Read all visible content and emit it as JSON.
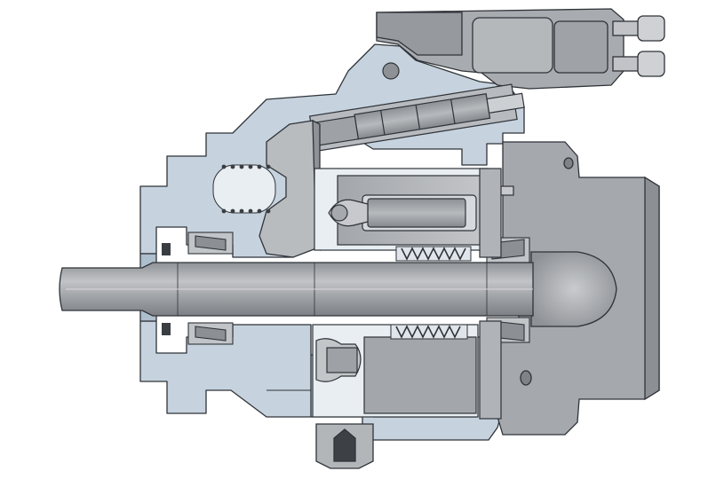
{
  "figure": {
    "subject": "axial-piston-pump-cross-section",
    "colors": {
      "background": "#ffffff",
      "housing_section": "#c6d3de",
      "housing_dark": "#aebfcd",
      "steel_light": "#b4b6b9",
      "steel_mid": "#9c9fa3",
      "steel_dark": "#6f7276",
      "outline": "#2f3338",
      "cavity": "#e9eef2"
    },
    "components": [
      "housing",
      "drive-shaft",
      "control-valve",
      "adjustment-screw",
      "setting-piston",
      "swashplate",
      "cylinder-block",
      "piston",
      "return-spring",
      "front-bearing",
      "rear-bearing",
      "valve-plate",
      "port-plug"
    ]
  }
}
